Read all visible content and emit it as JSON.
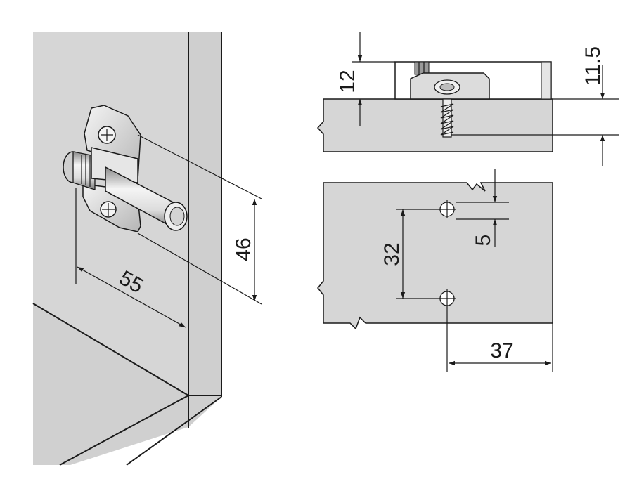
{
  "colors": {
    "panel_fill": "#d6d6d6",
    "panel_dark": "#c7c7c7",
    "line": "#1a1a1a",
    "background": "#ffffff",
    "part_light": "#f2f2f2",
    "part_mid": "#d9d9d9",
    "part_dark": "#8a8a8a"
  },
  "dimensions": {
    "depth": "55",
    "height": "46",
    "top_offset": "12",
    "screw_length": "11.5",
    "hole_spacing": "32",
    "hole_offset": "5",
    "edge_distance": "37"
  }
}
